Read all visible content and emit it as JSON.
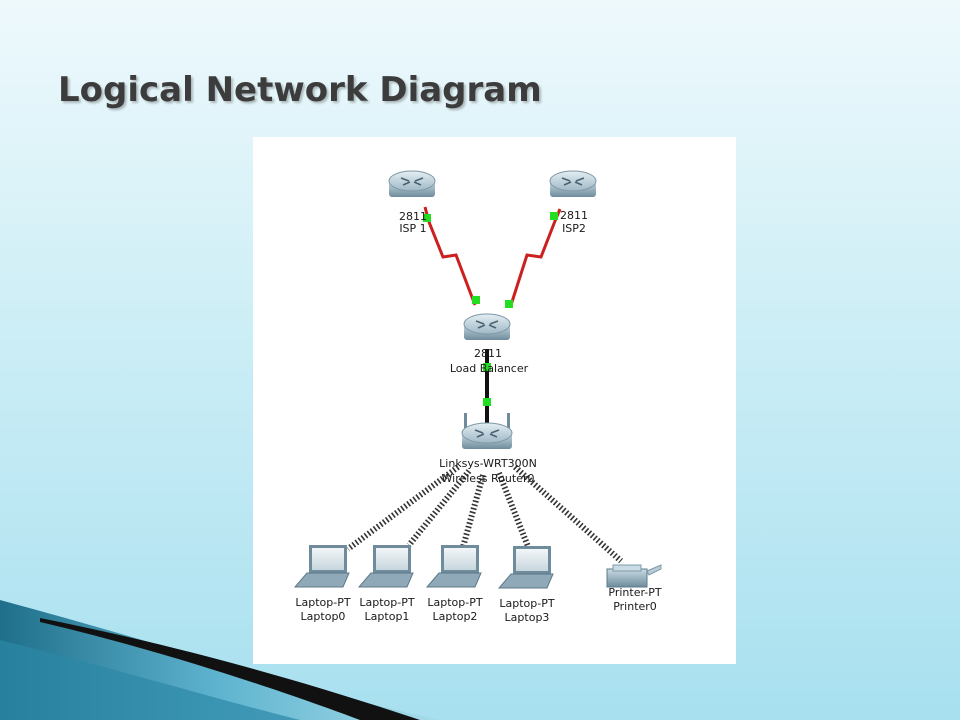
{
  "slide": {
    "title": "Logical Network Diagram"
  },
  "devices": {
    "isp1": {
      "model": "2811",
      "name": "ISP 1"
    },
    "isp2": {
      "model": "2811",
      "name": "ISP2"
    },
    "load_balancer": {
      "model": "2811",
      "name": "Load Balancer"
    },
    "wireless_router": {
      "model": "Linksys-WRT300N",
      "name": "Wireless Router0"
    },
    "laptops": [
      {
        "model": "Laptop-PT",
        "name": "Laptop0"
      },
      {
        "model": "Laptop-PT",
        "name": "Laptop1"
      },
      {
        "model": "Laptop-PT",
        "name": "Laptop2"
      },
      {
        "model": "Laptop-PT",
        "name": "Laptop3"
      }
    ],
    "printer": {
      "model": "Printer-PT",
      "name": "Printer0"
    }
  },
  "colors": {
    "serial_link": "#cc1f1f",
    "ethernet_link": "#111111",
    "port_up": "#22dd22",
    "router_body": "#8fa9b8"
  }
}
